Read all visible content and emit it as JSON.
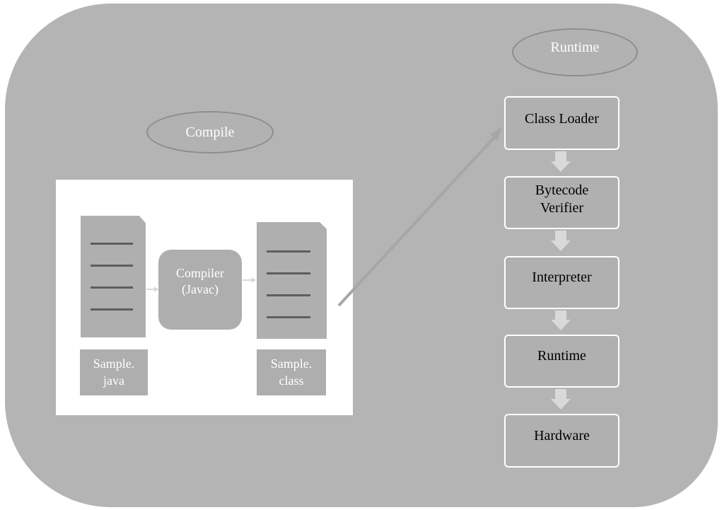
{
  "compile": {
    "title": "Compile",
    "compiler_line1": "Compiler",
    "compiler_line2": "(Javac)",
    "source_file_line1": "Sample.",
    "source_file_line2": "java",
    "class_file_line1": "Sample.",
    "class_file_line2": "class"
  },
  "runtime": {
    "title": "Runtime",
    "stages": [
      {
        "line1": "Class Loader"
      },
      {
        "line1": "Bytecode",
        "line2": "Verifier"
      },
      {
        "line1": "Interpreter"
      },
      {
        "line1": "Runtime"
      },
      {
        "line1": "Hardware"
      }
    ]
  },
  "colors": {
    "panel": "#b4b4b4",
    "node": "#aeaeae",
    "arrow": "#d9d9d9",
    "stage_border": "#ffffff",
    "text_light": "#ffffff",
    "text_dark": "#000000"
  }
}
